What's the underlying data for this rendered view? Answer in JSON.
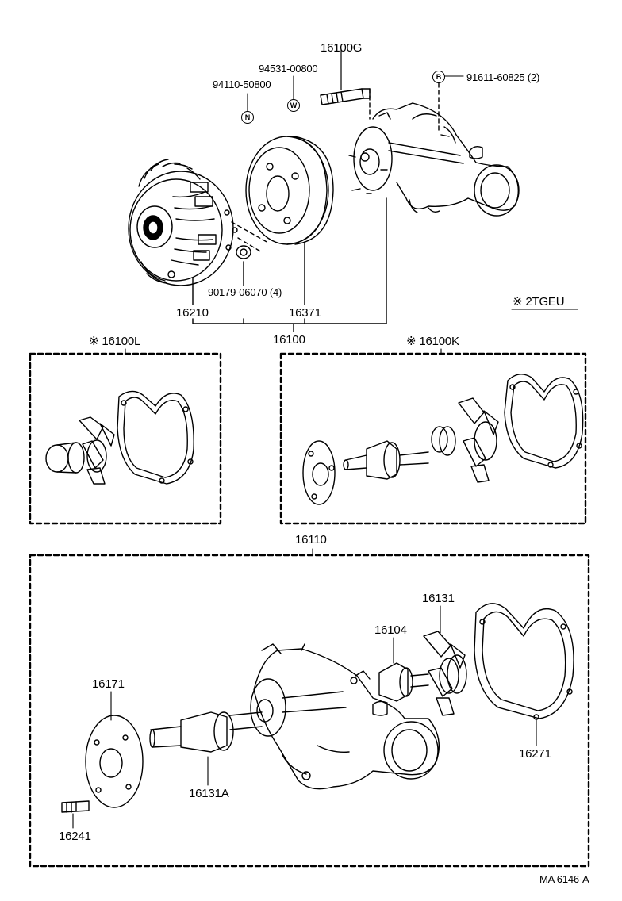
{
  "labels": {
    "p16100G": "16100G",
    "p94531": "94531-00800",
    "p94110": "94110-50800",
    "p91611": "91611-60825 (2)",
    "p90179": "90179-06070 (4)",
    "p16210": "16210",
    "p16371": "16371",
    "p16100": "16100",
    "p2tgeu": "※ 2TGEU",
    "p16100L": "※ 16100L",
    "p16100K": "※ 16100K",
    "p16110": "16110",
    "p16131": "16131",
    "p16104": "16104",
    "p16171": "16171",
    "p16271": "16271",
    "p16131A": "16131A",
    "p16241": "16241",
    "ref": "MA 6146-A"
  },
  "symbols": {
    "n": "N",
    "w": "W",
    "b": "B"
  }
}
